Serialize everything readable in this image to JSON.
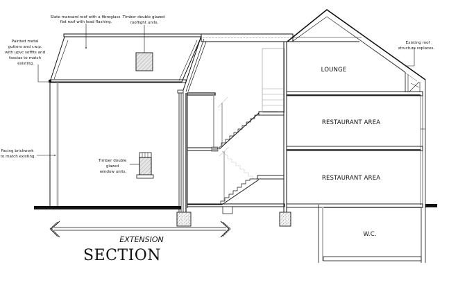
{
  "drawing": {
    "title": "SECTION",
    "extension_label": "EXTENSION",
    "rooms": {
      "lounge": "LOUNGE",
      "restaurant_upper": "RESTAURANT AREA",
      "restaurant_lower": "RESTAURANT AREA",
      "wc": "W.C."
    },
    "annotations": {
      "roof": [
        "Slate mansard roof with a fibreglass",
        "flat roof with lead flashing."
      ],
      "rooflight": [
        "Timber double glazed",
        "rooflight units."
      ],
      "gutters": [
        "Painted metal",
        "gutters and r.w.p.",
        "with upvc soffits and",
        "fascias to match",
        "existing."
      ],
      "brickwork": [
        "Facing brickwork",
        "to match existing."
      ],
      "window": [
        "Timber double",
        "glazed",
        "window units."
      ],
      "existing_roof": [
        "Existing roof",
        "structure replaces."
      ]
    },
    "colors": {
      "line": "#111111",
      "grey_line": "#9a9a9a",
      "hatch": "#d8d8d8",
      "background": "#ffffff"
    }
  }
}
